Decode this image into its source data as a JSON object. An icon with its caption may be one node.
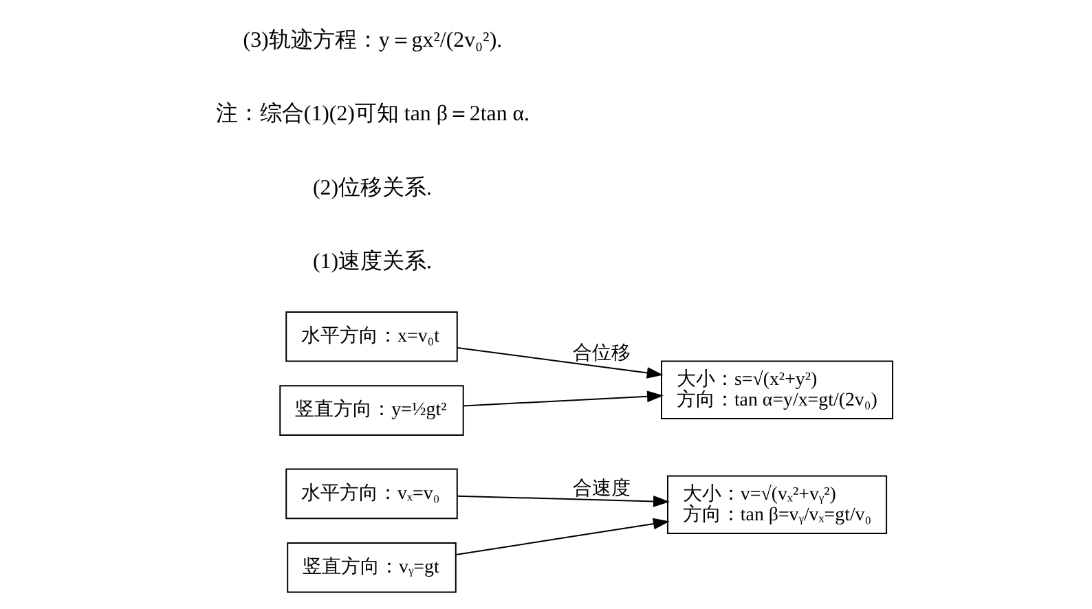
{
  "diagram": {
    "nodes": [
      {
        "text": [
          "水平方向：vₓ=v₀"
        ]
      },
      {
        "text": [
          "竖直方向：vᵧ=gt"
        ]
      },
      {
        "text": [
          "大小：v=√(vₓ²+vᵧ²)",
          "方向：tan β=vᵧ/vₓ=gt/v₀"
        ]
      },
      {
        "text": [
          "水平方向：x=v₀t"
        ]
      },
      {
        "text": [
          "竖直方向：y=½gt²"
        ]
      },
      {
        "text": [
          "大小：s=√(x²+y²)",
          "方向：tan α=y/x=gt/(2v₀)"
        ]
      }
    ],
    "edges": [
      {
        "from": 0,
        "to": 2,
        "arrow": "to",
        "label": "合速度"
      },
      {
        "from": 1,
        "to": 2,
        "arrow": "to"
      },
      {
        "from": 3,
        "to": 5,
        "arrow": "to",
        "label": "合位移"
      },
      {
        "from": 4,
        "to": 5,
        "arrow": "to"
      }
    ],
    "labels": [
      "(1)速度关系.",
      "(2)位移关系.",
      "注：综合(1)(2)可知 tan β＝2tan α.",
      "(3)轨迹方程：y＝gx²/(2v₀²)."
    ]
  }
}
